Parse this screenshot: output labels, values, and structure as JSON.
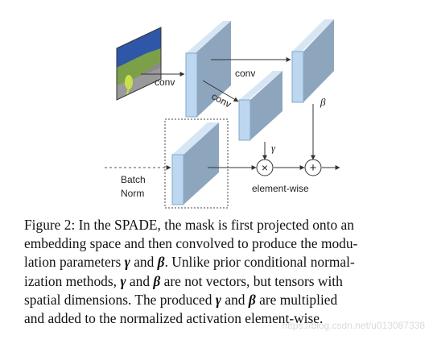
{
  "diagram": {
    "labels": {
      "conv1": "conv",
      "conv2": "conv",
      "conv3": "conv",
      "gamma": "γ",
      "beta": "β",
      "batch_norm_line1": "Batch",
      "batch_norm_line2": "Norm",
      "element_wise": "element-wise",
      "multiply_symbol": "×",
      "add_symbol": "+"
    },
    "colors": {
      "block_front": "#bcd7ef",
      "block_side": "#8ea6bd",
      "block_top": "#d6e6f5",
      "block_edge": "#7fa9d0",
      "mask_sky": "#2f57a8",
      "mask_green": "#7ba048",
      "mask_ground": "#8b8b8b"
    }
  },
  "caption": {
    "lines": [
      "Figure 2: In the SPADE, the mask is first projected onto an",
      "embedding space and then convolved to produce the modu-",
      "lation parameters γ and β. Unlike prior conditional normal-",
      "ization methods, γ and β are not vectors, but tensors with",
      "spatial dimensions. The produced γ and β are multiplied",
      "and added to the normalized activation element-wise."
    ]
  },
  "watermark": "https://blog.csdn.net/u013087338"
}
